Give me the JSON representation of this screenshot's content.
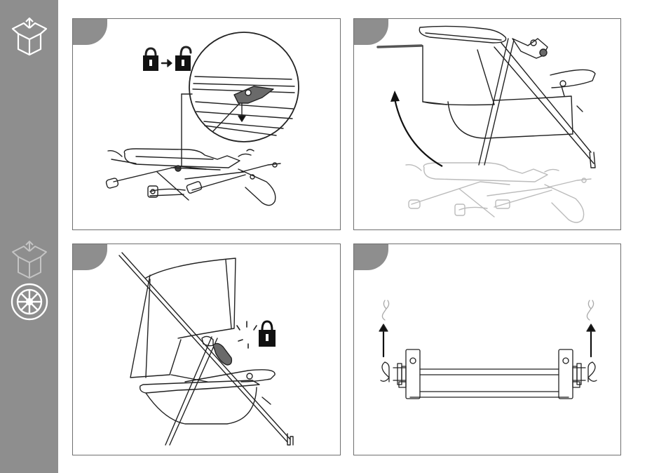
{
  "sidebar": {
    "icons": [
      {
        "name": "unbox-icon",
        "state": "active"
      },
      {
        "name": "unbox-icon-faded",
        "state": "inactive"
      },
      {
        "name": "wheel-icon",
        "state": "active"
      }
    ]
  },
  "panels": [
    {
      "step": "",
      "illustration": "unlock-frame-detail"
    },
    {
      "step": "",
      "illustration": "raise-frame-upright"
    },
    {
      "step": "",
      "illustration": "frame-locked-upright"
    },
    {
      "step": "",
      "illustration": "remove-axle-pins"
    }
  ],
  "colors": {
    "sidebar": "#8e8e8e",
    "tab": "#8e8e8e",
    "line": "#222222",
    "ghost": "#bbbbbb",
    "fill_dark": "#6a6a6a",
    "panel_border": "#6f6f6f"
  }
}
